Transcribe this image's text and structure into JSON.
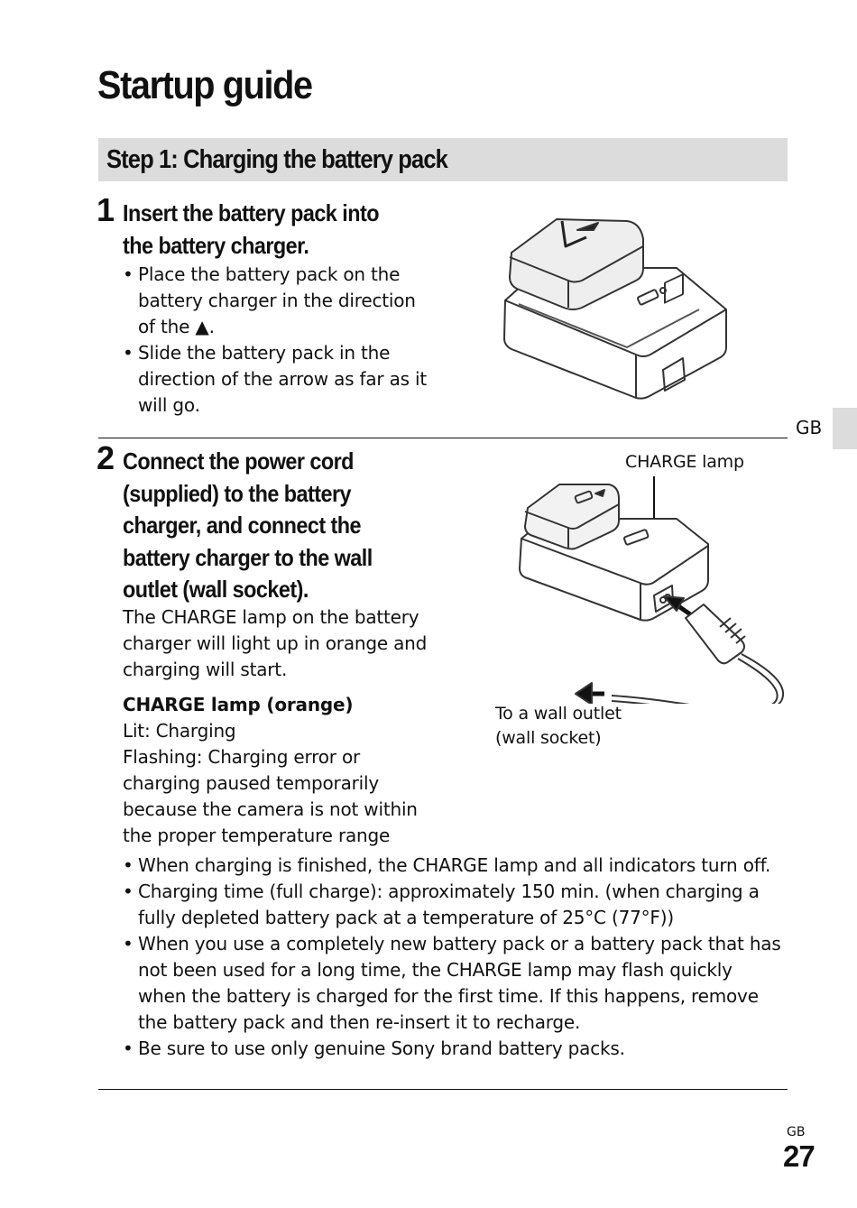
{
  "page": {
    "title": "Startup guide",
    "section_title": "Step 1: Charging the battery pack",
    "side_tab": "GB",
    "footer_lang": "GB",
    "page_number": "27"
  },
  "step1": {
    "number": "1",
    "heading_line1": "Insert the battery pack into",
    "heading_line2": "the battery charger.",
    "bullets": [
      "Place the battery pack on the battery charger in the direction of the ▲.",
      "Slide the battery pack in the direction of the arrow as far as it will go."
    ]
  },
  "step2": {
    "number": "2",
    "heading_lines": [
      "Connect the power cord",
      "(supplied) to the battery",
      "charger, and connect the",
      "battery charger to the wall",
      "outlet (wall socket)."
    ],
    "intro": "The CHARGE lamp on the battery charger will light up in orange and charging will start.",
    "lamp_title": "CHARGE lamp (orange)",
    "lamp_lit": "Lit: Charging",
    "lamp_flashing": "Flashing: Charging error or charging paused temporarily because the camera is not within the proper temperature range",
    "callout_charge_lamp": "CHARGE lamp",
    "callout_wall_line1": "To a wall outlet",
    "callout_wall_line2": "(wall socket)",
    "notes": [
      "When charging is finished, the CHARGE lamp and all indicators turn off.",
      "Charging time (full charge): approximately 150 min. (when charging a fully depleted battery pack at a temperature of 25°C (77°F))",
      "When you use a completely new battery pack or a battery pack that has not been used for a long time, the CHARGE lamp may flash quickly when the battery is charged for the first time. If this happens, remove the battery pack and then re-insert it to recharge.",
      "Be sure to use only genuine Sony brand battery packs."
    ]
  }
}
